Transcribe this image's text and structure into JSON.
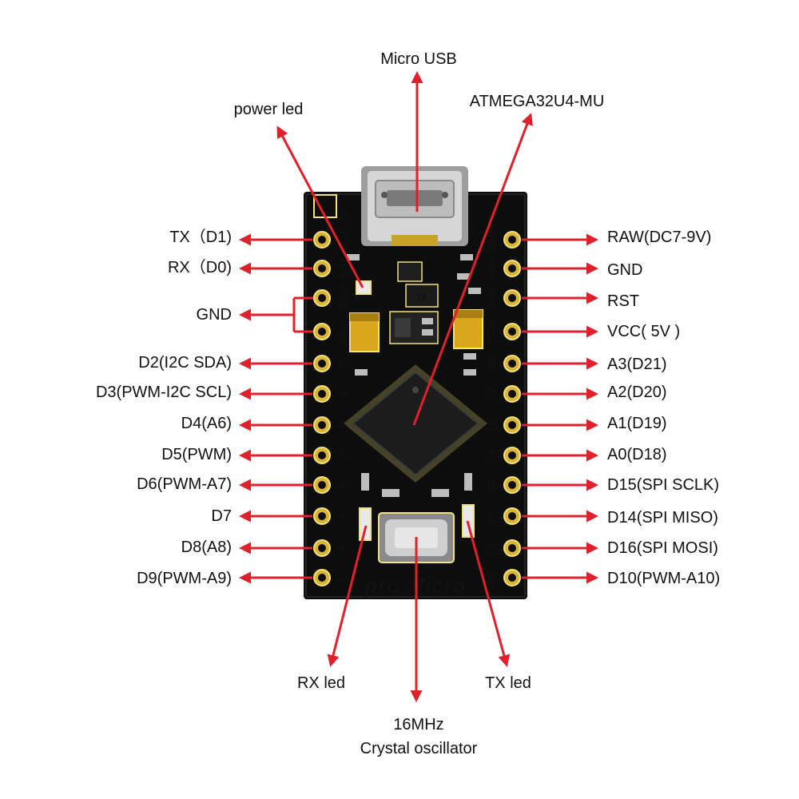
{
  "colors": {
    "board": "#0d0d0d",
    "silkscreen": "#f3e27a",
    "arrow": "#e0202a",
    "gold": "#c9a227",
    "usb": "#bdbdbd"
  },
  "board": {
    "name": "pro Micro",
    "tl_mark": "J1"
  },
  "top_labels": {
    "usb": "Micro USB",
    "mcu": "ATMEGA32U4-MU",
    "power_led": "power led"
  },
  "bottom_labels": {
    "rx_led": "RX led",
    "tx_led": "TX led",
    "crystal_line1": "16MHz",
    "crystal_line2": "Crystal oscillator"
  },
  "left_pins": [
    {
      "label": "TX（D1)",
      "silk": "TXO"
    },
    {
      "label": "RX（D0)",
      "silk": "RXI"
    },
    {
      "label": "GND",
      "silk": "GND"
    },
    {
      "label": "",
      "silk": "GND"
    },
    {
      "label": "D2(I2C SDA)",
      "silk": "2"
    },
    {
      "label": "D3(PWM-I2C SCL)",
      "silk": "3"
    },
    {
      "label": "D4(A6)",
      "silk": "4"
    },
    {
      "label": "D5(PWM)",
      "silk": "5"
    },
    {
      "label": "D6(PWM-A7)",
      "silk": "6"
    },
    {
      "label": "D7",
      "silk": "7"
    },
    {
      "label": "D8(A8)",
      "silk": "8"
    },
    {
      "label": "D9(PWM-A9)",
      "silk": "9"
    }
  ],
  "right_pins": [
    {
      "label": "RAW(DC7-9V)",
      "silk": "RAW"
    },
    {
      "label": "GND",
      "silk": "GND"
    },
    {
      "label": "RST",
      "silk": "RST"
    },
    {
      "label": "VCC( 5V )",
      "silk": "VCC"
    },
    {
      "label": "A3(D21)",
      "silk": "A3"
    },
    {
      "label": "A2(D20)",
      "silk": "A2"
    },
    {
      "label": "A1(D19)",
      "silk": "A1"
    },
    {
      "label": "A0(D18)",
      "silk": "A0"
    },
    {
      "label": "D15(SPI SCLK)",
      "silk": "15"
    },
    {
      "label": "D14(SPI  MISO)",
      "silk": "14"
    },
    {
      "label": "D16(SPI  MOSI)",
      "silk": "16"
    },
    {
      "label": "D10(PWM-A10)",
      "silk": "10"
    }
  ]
}
